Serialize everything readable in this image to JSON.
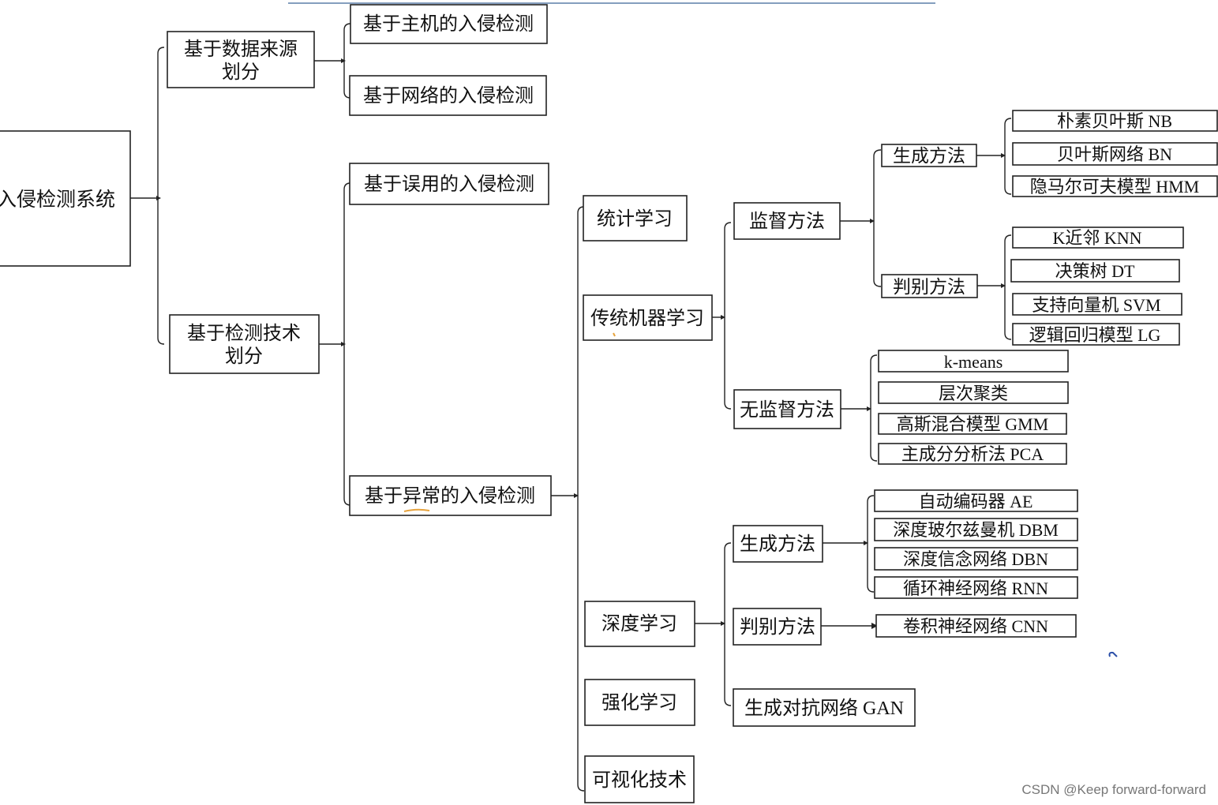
{
  "nodes": {
    "root": "入侵检测系统",
    "by_source": "基于数据来源\n划分",
    "host_based": "基于主机的入侵检测",
    "network_based": "基于网络的入侵检测",
    "by_technique": "基于检测技术\n划分",
    "misuse_based": "基于误用的入侵检测",
    "anomaly_based": "基于异常的入侵检测",
    "statistical_learning": "统计学习",
    "traditional_ml": "传统机器学习",
    "deep_learning": "深度学习",
    "reinforcement_learning": "强化学习",
    "visualization": "可视化技术",
    "supervised": "监督方法",
    "unsupervised": "无监督方法",
    "ml_generative": "生成方法",
    "ml_discriminative": "判别方法",
    "nb": "朴素贝叶斯 NB",
    "bn": "贝叶斯网络 BN",
    "hmm": "隐马尔可夫模型 HMM",
    "knn": "K近邻 KNN",
    "dt": "决策树 DT",
    "svm": "支持向量机 SVM",
    "lg": "逻辑回归模型 LG",
    "kmeans": "k-means",
    "hierarchical": "层次聚类",
    "gmm": "高斯混合模型 GMM",
    "pca": "主成分分析法 PCA",
    "dl_generative": "生成方法",
    "dl_discriminative": "判别方法",
    "gan": "生成对抗网络 GAN",
    "ae": "自动编码器 AE",
    "dbm": "深度玻尔兹曼机 DBM",
    "dbn": "深度信念网络 DBN",
    "rnn": "循环神经网络 RNN",
    "cnn": "卷积神经网络 CNN"
  },
  "watermark": "CSDN @Keep forward-forward",
  "colors": {
    "line": "#222222",
    "box_fill": "#ffffff",
    "annotation_orange": "#e6a23c",
    "annotation_blue": "#2b4fa8",
    "watermark": "#777777"
  }
}
